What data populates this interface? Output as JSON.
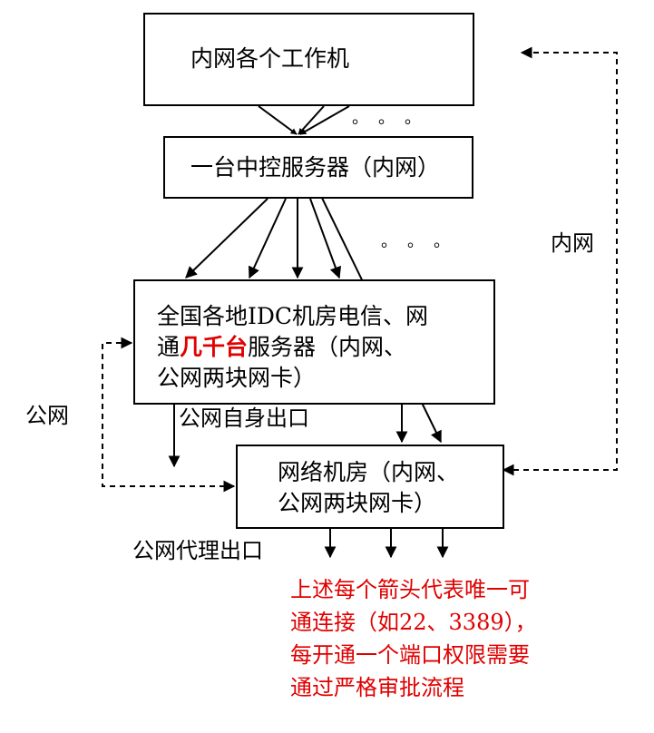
{
  "nodes": {
    "workstations": "内网各个工作机",
    "central_server": "一台中控服务器（内网）",
    "idc": {
      "line1": "全国各地IDC机房电信、网",
      "line2_prefix": "通",
      "line2_highlight": "几千台",
      "line2_suffix": "服务器（内网、",
      "line3": "公网两块网卡）"
    },
    "network_room": {
      "line1": "网络机房（内网、",
      "line2": "公网两块网卡）"
    }
  },
  "labels": {
    "intranet": "内网",
    "public_net": "公网",
    "own_exit": "公网自身出口",
    "proxy_exit": "公网代理出口",
    "ellipsis_1": "。。。",
    "ellipsis_2": "。。。"
  },
  "note": {
    "line1": "上述每个箭头代表唯一可",
    "line2": "通连接（如22、3389），",
    "line3": "每开通一个端口权限需要",
    "line4": "通过严格审批流程"
  },
  "colors": {
    "line": "#000000",
    "highlight": "#e00000"
  }
}
